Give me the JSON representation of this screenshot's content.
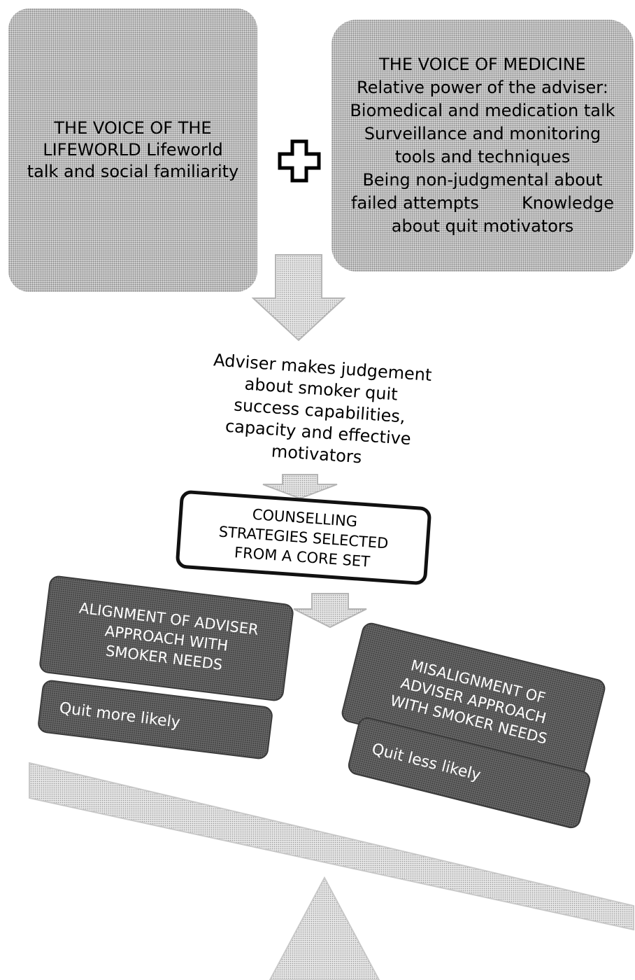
{
  "lifeworld": {
    "lines": [
      "THE VOICE OF THE",
      "LIFEWORLD Lifeworld",
      "talk and social familiarity"
    ]
  },
  "plus_symbol": "plus-icon",
  "medicine": {
    "lines": [
      "THE VOICE OF MEDICINE",
      "Relative power of the adviser:",
      "Biomedical and medication talk",
      "Surveillance and monitoring",
      "tools and techniques",
      "Being non-judgmental about",
      "failed attempts        Knowledge",
      "about quit motivators"
    ]
  },
  "judgement": {
    "lines": [
      "Adviser makes judgement",
      "about smoker quit",
      "success capabilities,",
      "capacity and effective",
      "motivators"
    ]
  },
  "core": {
    "lines": [
      "COUNSELLING",
      "STRATEGIES SELECTED",
      "FROM A CORE SET"
    ]
  },
  "alignment": {
    "lines": [
      "ALIGNMENT OF ADVISER",
      "APPROACH WITH",
      "SMOKER NEEDS"
    ],
    "outcome": "Quit more likely"
  },
  "misalignment": {
    "lines": [
      "MISALIGNMENT OF",
      "ADVISER APPROACH",
      "WITH SMOKER NEEDS"
    ],
    "outcome": "Quit less likely"
  },
  "colors": {
    "light_box": "#d4d4d4",
    "dark_box": "#6a6a6a",
    "outline": "#111111"
  }
}
